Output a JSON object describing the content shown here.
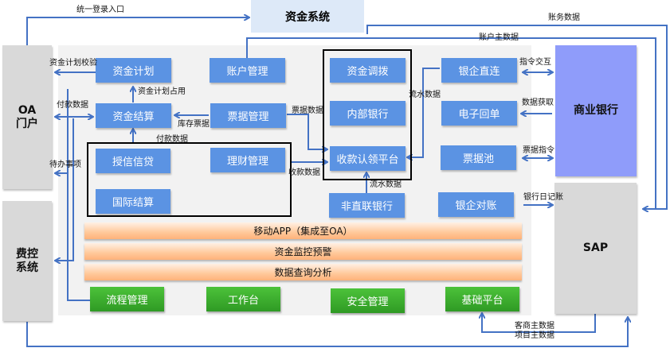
{
  "header": {
    "title": "资金系统"
  },
  "external": {
    "oa": {
      "line1": "OA",
      "line2": "门户"
    },
    "fee": {
      "line1": "费控",
      "line2": "系统"
    },
    "bank": "商业银行",
    "sap": "SAP"
  },
  "modules": {
    "fund_plan": "资金计划",
    "account_mgmt": "账户管理",
    "fund_transfer": "资金调拨",
    "bank_direct": "银企直连",
    "fund_settlement": "资金结算",
    "bill_mgmt": "票据管理",
    "internal_bank": "内部银行",
    "e_receipt": "电子回单",
    "credit_loan": "授信信贷",
    "wealth_mgmt": "理财管理",
    "receipt_platform": "收款认领平台",
    "bill_pool": "票据池",
    "intl_settlement": "国际结算",
    "non_direct_bank": "非直联银行",
    "reconciliation": "银企对账"
  },
  "bars": [
    "移动APP（集成至OA）",
    "资金监控预警",
    "数据查询分析"
  ],
  "platform": [
    "流程管理",
    "工作台",
    "安全管理",
    "基础平台"
  ],
  "labels": {
    "sso": "统一登录入口",
    "accounting_data": "账务数据",
    "account_master": "账户主数据",
    "plan_check": "资金计划校验",
    "plan_occupy": "资金计划占用",
    "pay_data_oa": "付款数据",
    "stock_bill": "库存票据",
    "bill_data": "票据数据",
    "flow_data_1": "流水数据",
    "cmd_exchange": "指令交互",
    "data_fetch": "数据获取",
    "pay_data": "付款数据",
    "todo": "待办事项",
    "receipt_data": "收款数据",
    "bill_cmd": "票据指令",
    "flow_data_2": "流水数据",
    "bank_journal": "银行日记账",
    "vendor_master": "客商主数据",
    "project_master": "项目主数据"
  },
  "colors": {
    "module": "#5b93e3",
    "arrow": "#4472c4",
    "bank": "#8f9cfa",
    "header_bg": "#dde9f8"
  }
}
